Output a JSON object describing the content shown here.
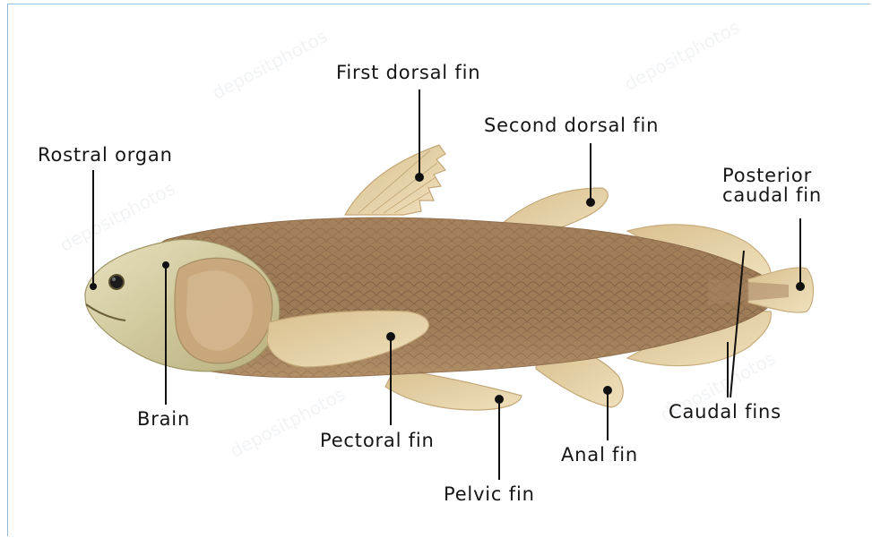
{
  "labels": {
    "first_dorsal_fin": "First dorsal fin",
    "second_dorsal_fin": "Second dorsal fin",
    "rostral_organ": "Rostral organ",
    "posterior_caudal_fin_line1": "Posterior",
    "posterior_caudal_fin_line2": "caudal fin",
    "brain": "Brain",
    "pectoral_fin": "Pectoral fin",
    "pelvic_fin": "Pelvic fin",
    "anal_fin": "Anal fin",
    "caudal_fins": "Caudal fins"
  },
  "watermark": "depositphotos",
  "colors": {
    "label_text": "#151515",
    "leader_line": "#111111",
    "fish_body": "#9a7a56",
    "fish_scales": "#8a6a4c",
    "fin": "#e3cfa4",
    "head": "#cfc79a",
    "frame": "#9cc1de"
  }
}
